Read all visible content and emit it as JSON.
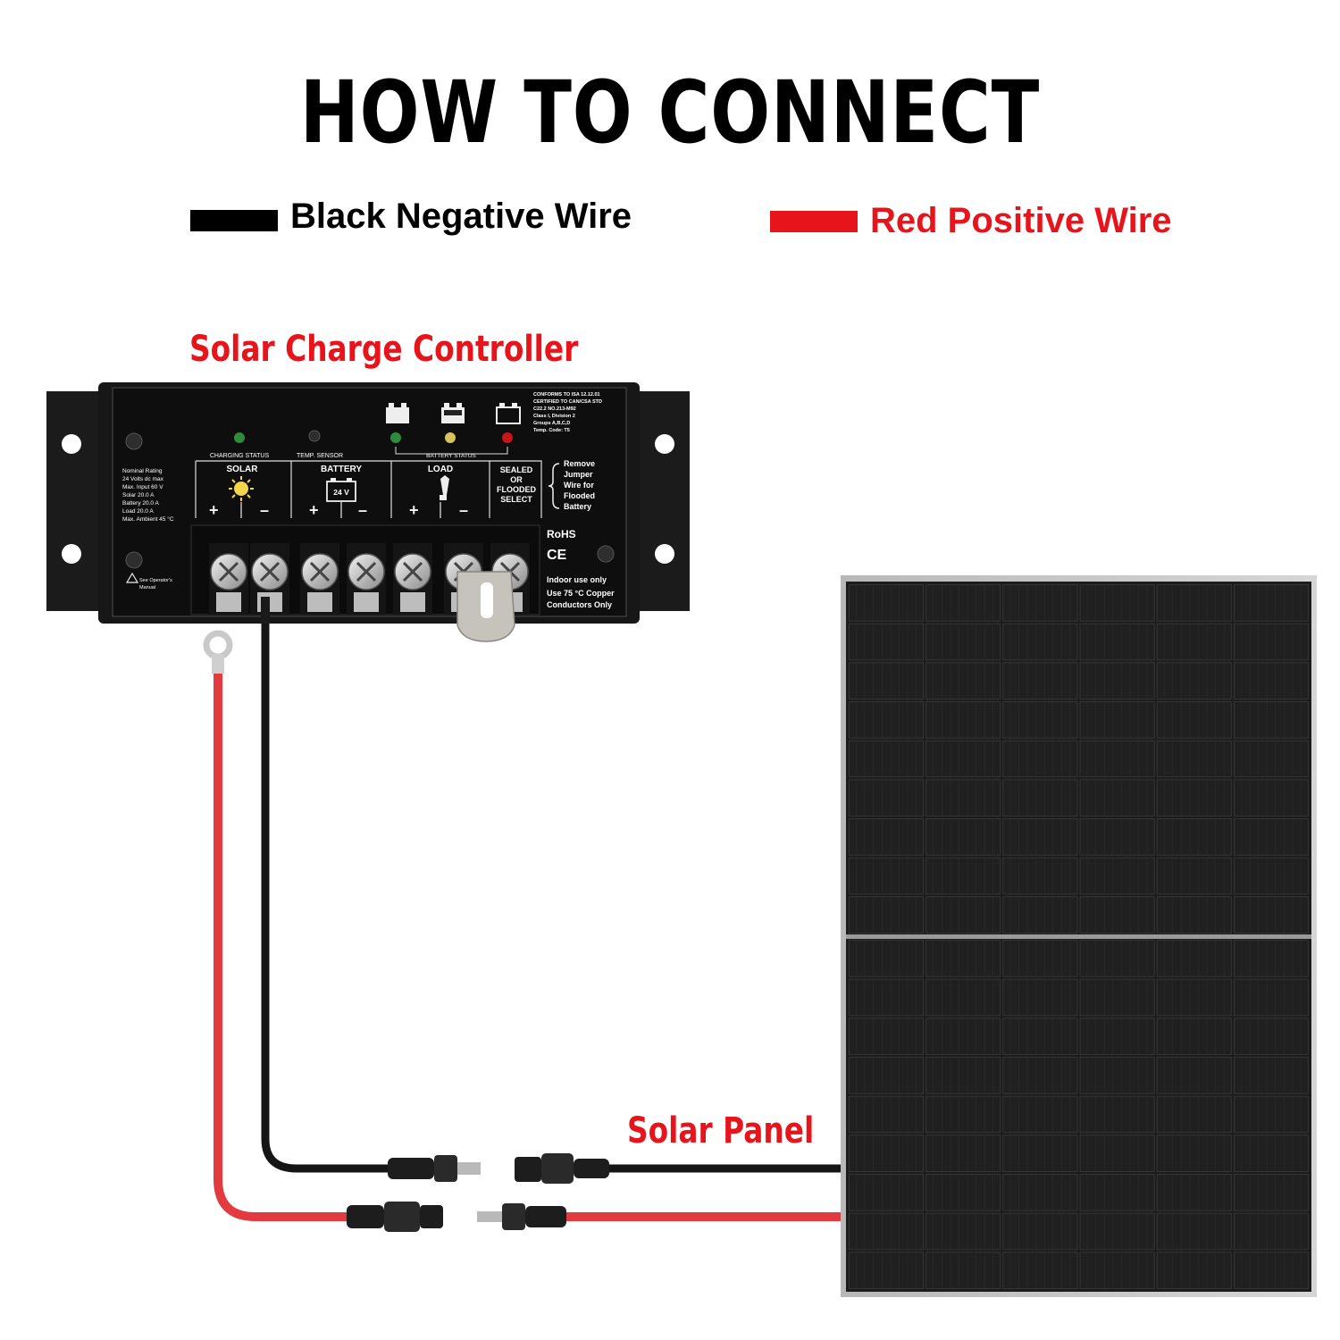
{
  "title": "HOW TO CONNECT",
  "legend": {
    "black_label": "Black Negative Wire",
    "red_label": "Red Positive Wire",
    "black_color": "#000000",
    "red_color": "#e8141b"
  },
  "labels": {
    "controller": "Solar Charge Controller",
    "panel": "Solar Panel"
  },
  "controller": {
    "charging_status": "CHARGING STATUS",
    "temp_sensor": "TEMP. SENSOR",
    "battery_status": "BATTERY STATUS",
    "solar": "SOLAR",
    "battery": "BATTERY",
    "battery_voltage": "24 V",
    "load": "LOAD",
    "sealed_select": [
      "SEALED",
      "OR",
      "FLOODED",
      "SELECT"
    ],
    "jumper_note": [
      "Remove",
      "Jumper",
      "Wire for",
      "Flooded",
      "Battery"
    ],
    "ratings": [
      "Nominal Rating",
      "24 Volts dc max",
      "Max. Input 60 V",
      "Solar 20.0 A",
      "Battery 20.0 A",
      "Load 20.0 A",
      "Max. Ambient 45 °C"
    ],
    "conformity": [
      "CONFORMS TO ISA 12.12.01",
      "CERTIFIED TO CAN/CSA STD",
      "C22.2 NO.213-M92",
      "Class I, Division 2",
      "Groups A,B,C,D",
      "Temp. Code: T5"
    ],
    "rohs": "RoHS",
    "ce": "CE",
    "indoor": "Indoor use only",
    "copper": [
      "Use 75 °C Copper",
      "Conductors Only"
    ],
    "manual": [
      "See Operator's",
      "Manual"
    ],
    "led_colors": [
      "#2e8b3a",
      "#2e8b3a",
      "#d6c45a",
      "#c8141b"
    ]
  }
}
